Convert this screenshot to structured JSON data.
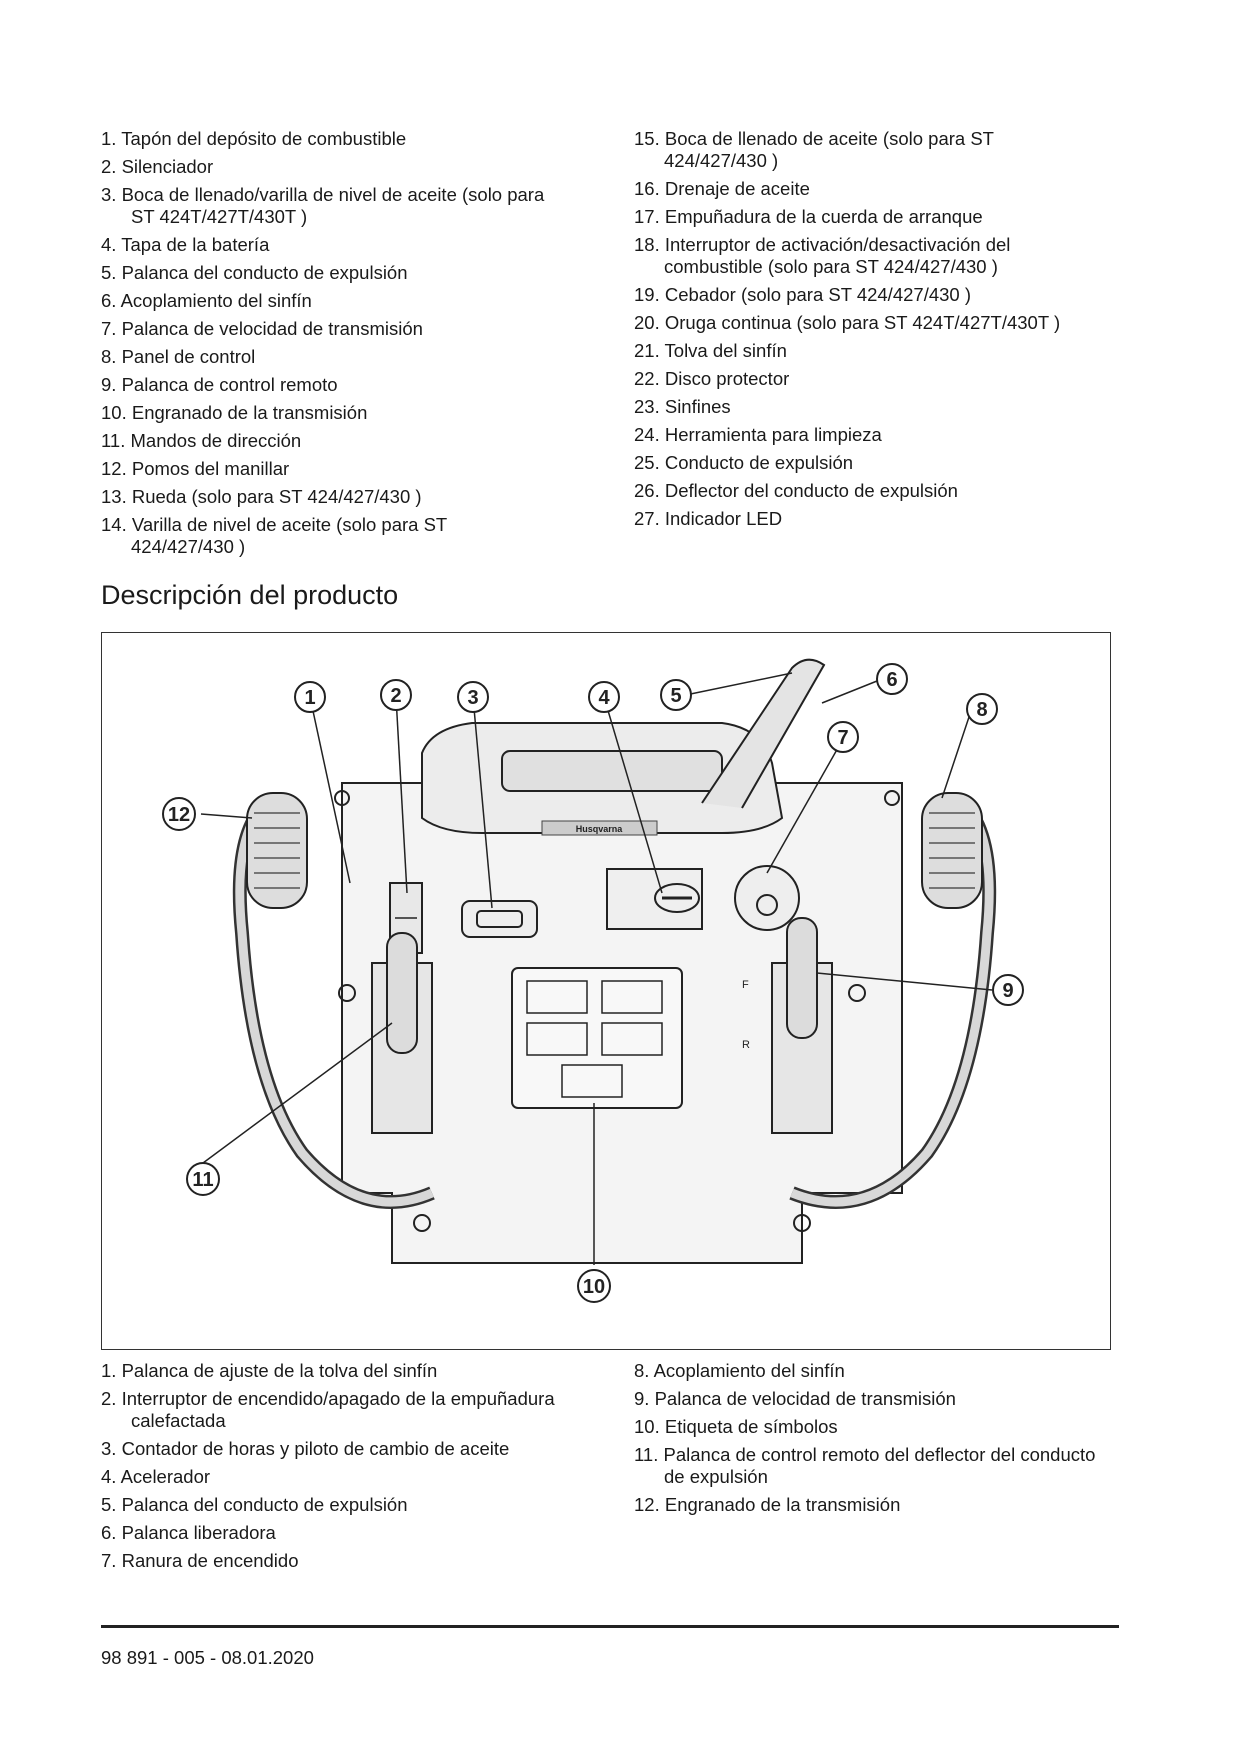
{
  "top_list_left": [
    {
      "num": "1.",
      "text": "Tapón del depósito de combustible"
    },
    {
      "num": "2.",
      "text": "Silenciador"
    },
    {
      "num": "3.",
      "text": "Boca de llenado/varilla de nivel de aceite (solo para",
      "cont": "ST 424T/427T/430T )"
    },
    {
      "num": "4.",
      "text": "Tapa de la batería"
    },
    {
      "num": "5.",
      "text": "Palanca del conducto de expulsión"
    },
    {
      "num": "6.",
      "text": "Acoplamiento del sinfín"
    },
    {
      "num": "7.",
      "text": "Palanca de velocidad de transmisión"
    },
    {
      "num": "8.",
      "text": "Panel de control"
    },
    {
      "num": "9.",
      "text": "Palanca de control remoto"
    },
    {
      "num": "10.",
      "text": "Engranado de la transmisión"
    },
    {
      "num": "11.",
      "text": "Mandos de dirección"
    },
    {
      "num": "12.",
      "text": "Pomos del manillar"
    },
    {
      "num": "13.",
      "text": "Rueda (solo para ST 424/427/430 )"
    },
    {
      "num": "14.",
      "text": "Varilla de nivel de aceite (solo para ST",
      "cont": "424/427/430 )"
    }
  ],
  "top_list_right": [
    {
      "num": "15.",
      "text": "Boca de llenado de aceite (solo para ST",
      "cont": "424/427/430 )"
    },
    {
      "num": "16.",
      "text": "Drenaje de aceite"
    },
    {
      "num": "17.",
      "text": "Empuñadura de la cuerda de arranque"
    },
    {
      "num": "18.",
      "text": "Interruptor de activación/desactivación del",
      "cont": "combustible (solo para ST 424/427/430 )"
    },
    {
      "num": "19.",
      "text": "Cebador (solo para ST 424/427/430 )"
    },
    {
      "num": "20.",
      "text": "Oruga continua (solo para ST 424T/427T/430T )"
    },
    {
      "num": "21.",
      "text": "Tolva del sinfín"
    },
    {
      "num": "22.",
      "text": "Disco protector"
    },
    {
      "num": "23.",
      "text": "Sinfines"
    },
    {
      "num": "24.",
      "text": "Herramienta para limpieza"
    },
    {
      "num": "25.",
      "text": "Conducto de expulsión"
    },
    {
      "num": "26.",
      "text": "Deflector del conducto de expulsión"
    },
    {
      "num": "27.",
      "text": "Indicador LED"
    }
  ],
  "section_title": "Descripción del producto",
  "figure": {
    "callouts": [
      "1",
      "2",
      "3",
      "4",
      "5",
      "6",
      "7",
      "8",
      "9",
      "10",
      "11",
      "12"
    ],
    "brand_label": "Husqvarna",
    "lever_labels": {
      "forward": "F",
      "reverse": "R"
    }
  },
  "bottom_list_left": [
    {
      "num": "1.",
      "text": "Palanca de ajuste de la tolva del sinfín"
    },
    {
      "num": "2.",
      "text": "Interruptor de encendido/apagado de la empuñadura",
      "cont": "calefactada"
    },
    {
      "num": "3.",
      "text": "Contador de horas y piloto de cambio de aceite"
    },
    {
      "num": "4.",
      "text": "Acelerador"
    },
    {
      "num": "5.",
      "text": "Palanca del conducto de expulsión"
    },
    {
      "num": "6.",
      "text": "Palanca liberadora"
    },
    {
      "num": "7.",
      "text": "Ranura de encendido"
    }
  ],
  "bottom_list_right": [
    {
      "num": "8.",
      "text": "Acoplamiento del sinfín"
    },
    {
      "num": "9.",
      "text": "Palanca de velocidad de transmisión"
    },
    {
      "num": "10.",
      "text": "Etiqueta de símbolos"
    },
    {
      "num": "11.",
      "text": "Palanca de control remoto del deflector del conducto",
      "cont": "de expulsión"
    },
    {
      "num": "12.",
      "text": "Engranado de la transmisión"
    }
  ],
  "footer": {
    "doc_number": "98 891 - 005 - 08.01.2020"
  }
}
